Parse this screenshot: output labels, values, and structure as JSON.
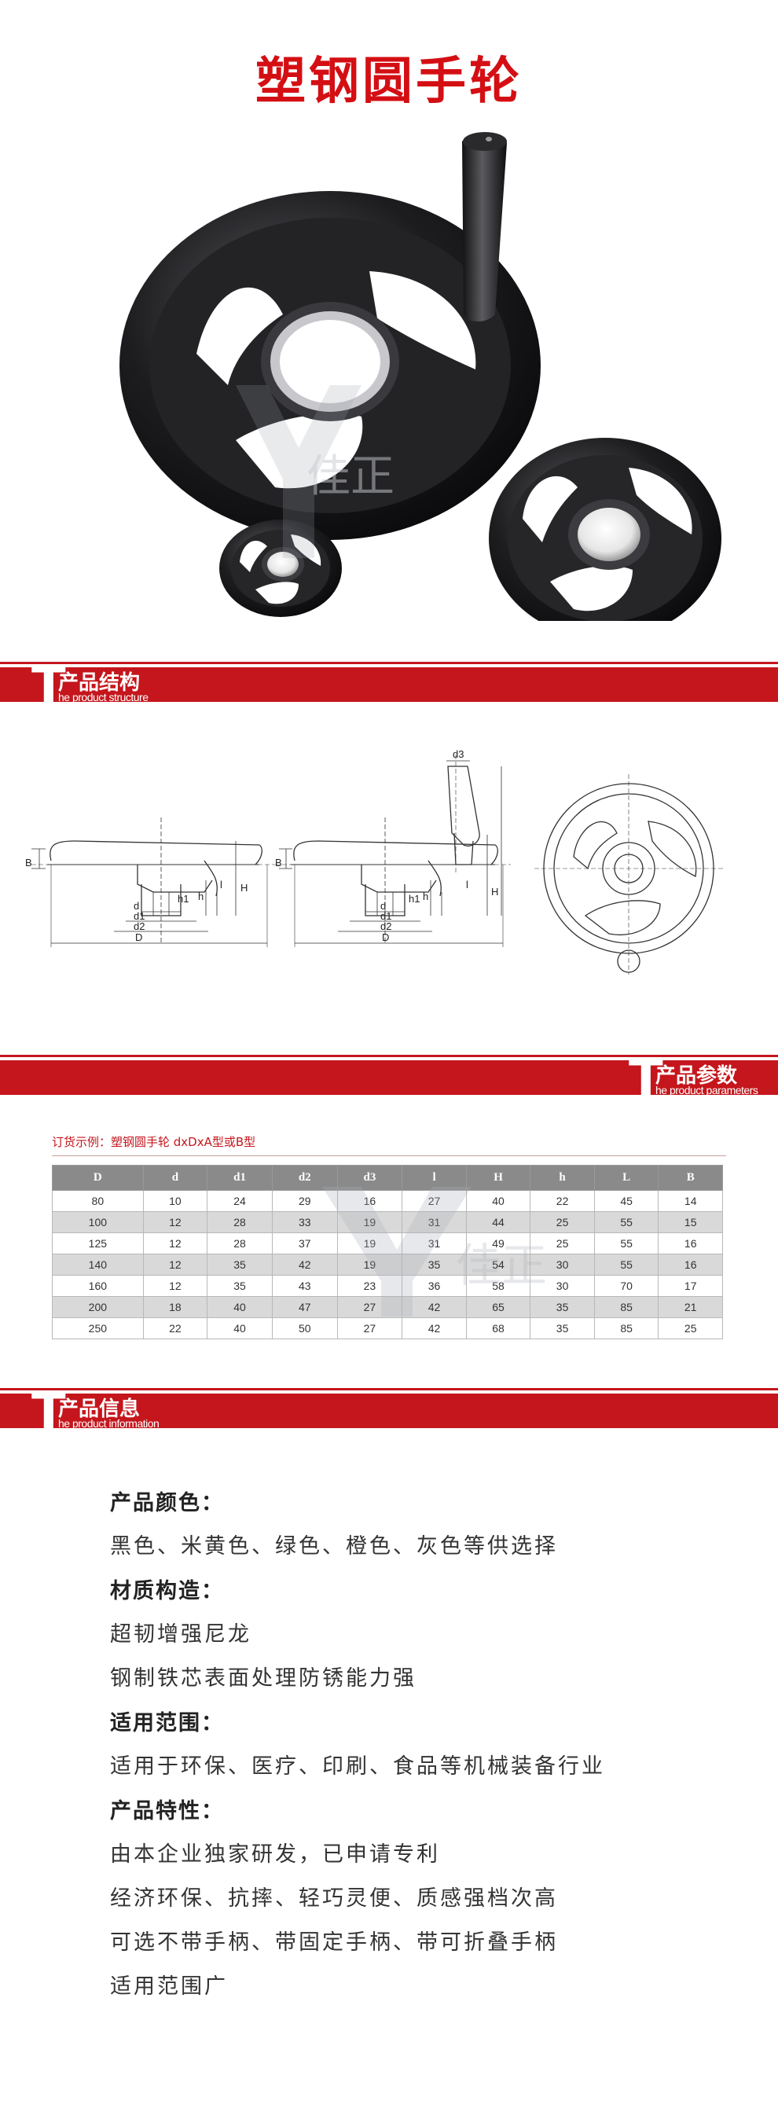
{
  "title": "塑钢圆手轮",
  "brand_watermark": "佳正",
  "sections": {
    "structure": {
      "t": "T",
      "cn": "产品结构",
      "en": "he product structure"
    },
    "params": {
      "t": "T",
      "cn": "产品参数",
      "en": "he product parameters"
    },
    "info": {
      "t": "T",
      "cn": "产品信息",
      "en": "he product information"
    }
  },
  "drawing_labels": {
    "B": "B",
    "H": "H",
    "h": "h",
    "h1": "h1",
    "l": "l",
    "d": "d",
    "d1": "d1",
    "d2": "d2",
    "d3": "d3",
    "D": "D"
  },
  "order_example": "订货示例：塑钢圆手轮  dxDxA型或B型",
  "table": {
    "headers": [
      "D",
      "d",
      "d1",
      "d2",
      "d3",
      "l",
      "H",
      "h",
      "L",
      "B"
    ],
    "rows": [
      [
        "80",
        "10",
        "24",
        "29",
        "16",
        "27",
        "40",
        "22",
        "45",
        "14"
      ],
      [
        "100",
        "12",
        "28",
        "33",
        "19",
        "31",
        "44",
        "25",
        "55",
        "15"
      ],
      [
        "125",
        "12",
        "28",
        "37",
        "19",
        "31",
        "49",
        "25",
        "55",
        "16"
      ],
      [
        "140",
        "12",
        "35",
        "42",
        "19",
        "35",
        "54",
        "30",
        "55",
        "16"
      ],
      [
        "160",
        "12",
        "35",
        "43",
        "23",
        "36",
        "58",
        "30",
        "70",
        "17"
      ],
      [
        "200",
        "18",
        "40",
        "47",
        "27",
        "42",
        "65",
        "35",
        "85",
        "21"
      ],
      [
        "250",
        "22",
        "40",
        "50",
        "27",
        "42",
        "68",
        "35",
        "85",
        "25"
      ]
    ]
  },
  "info": {
    "color_title": "产品颜色：",
    "color_text": "黑色、米黄色、绿色、橙色、灰色等供选择",
    "material_title": "材质构造：",
    "material_text1": "超韧增强尼龙",
    "material_text2": "钢制铁芯表面处理防锈能力强",
    "scope_title": "适用范围：",
    "scope_text": "适用于环保、医疗、印刷、食品等机械装备行业",
    "feature_title": "产品特性：",
    "feature_text1": "由本企业独家研发，已申请专利",
    "feature_text2": "经济环保、抗摔、轻巧灵便、质感强档次高",
    "feature_text3": "可选不带手柄、带固定手柄、带可折叠手柄",
    "feature_text4": "适用范围广"
  },
  "colors": {
    "brand_red": "#c4161c",
    "title_red": "#d40f14",
    "table_header": "#8a8a8a",
    "row_shade": "#d9d9d9"
  }
}
